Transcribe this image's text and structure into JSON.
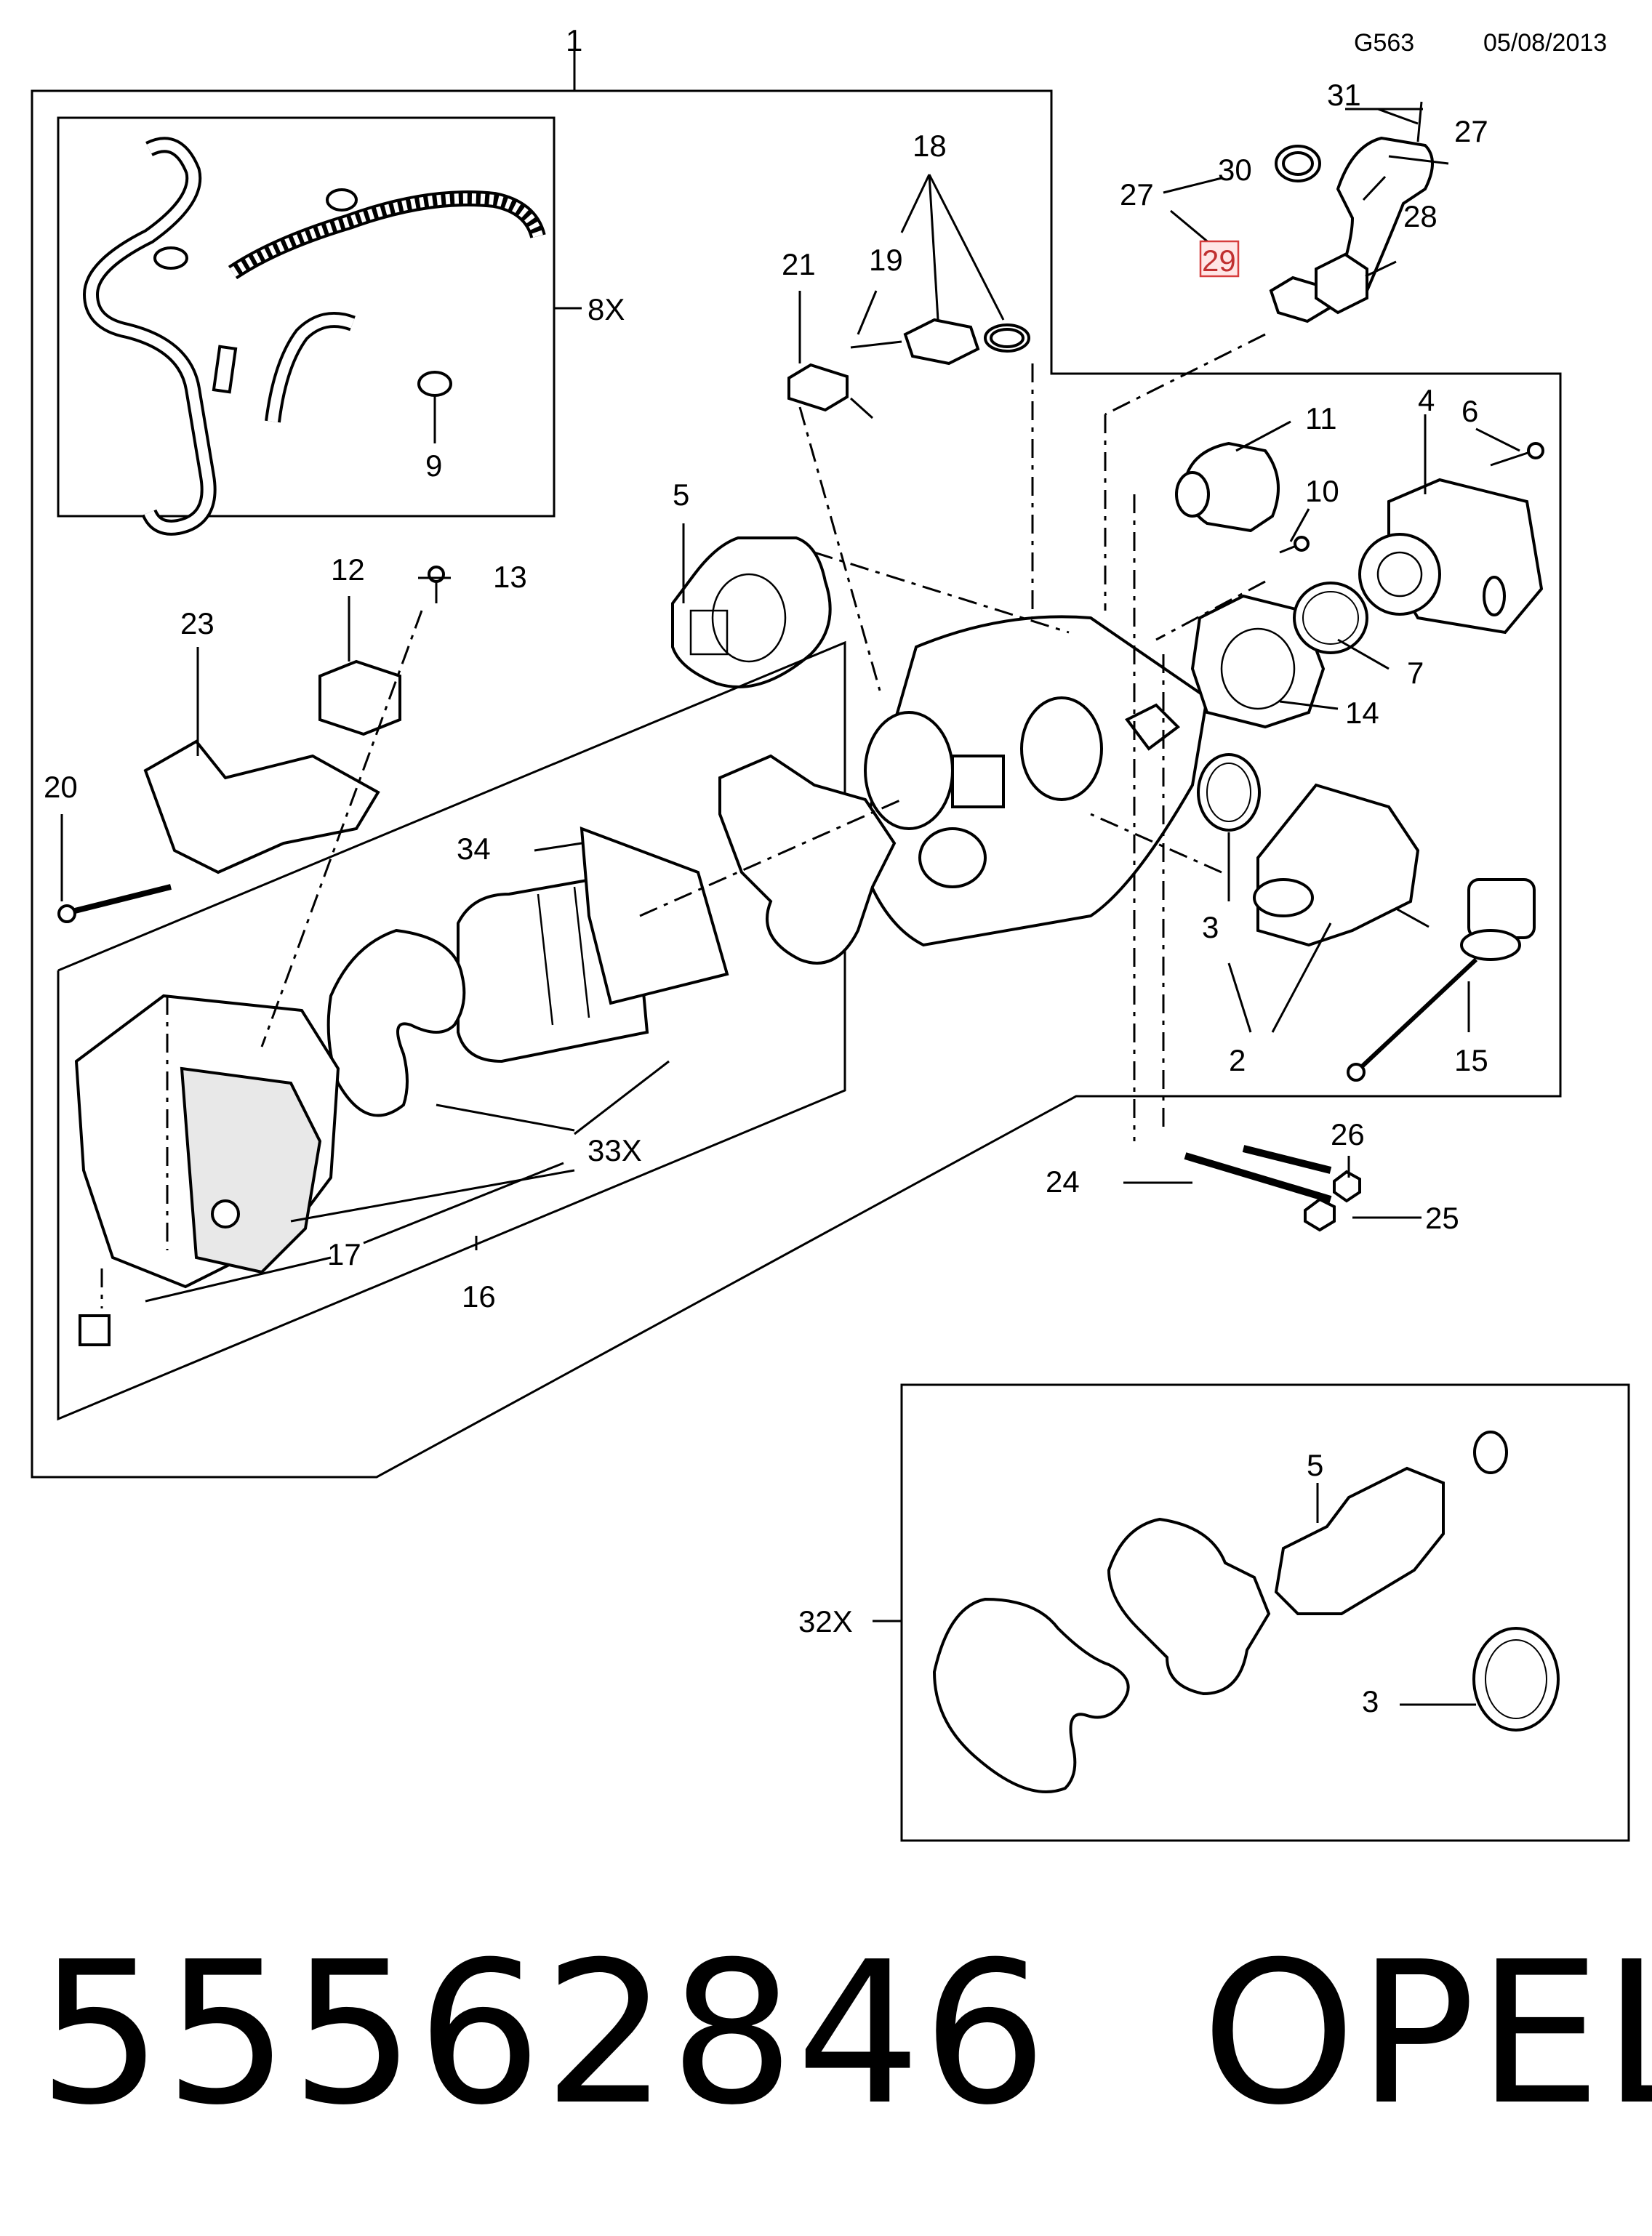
{
  "header": {
    "diagram_code": "G563",
    "date": "05/08/2013"
  },
  "callouts": {
    "c1": "1",
    "c2": "2",
    "c3": "3",
    "c3b": "3",
    "c4": "4",
    "c5": "5",
    "c5b": "5",
    "c6": "6",
    "c7": "7",
    "c8x": "8X",
    "c9": "9",
    "c10": "10",
    "c11": "11",
    "c12": "12",
    "c13": "13",
    "c14": "14",
    "c15": "15",
    "c16": "16",
    "c17": "17",
    "c18": "18",
    "c19": "19",
    "c20": "20",
    "c21": "21",
    "c23": "23",
    "c24": "24",
    "c25": "25",
    "c26": "26",
    "c27a": "27",
    "c27b": "27",
    "c28": "28",
    "c29": "29",
    "c30": "30",
    "c31": "31",
    "c32x": "32X",
    "c33x": "33X",
    "c34": "34"
  },
  "highlighted_callout": "29",
  "highlight_color": "#d63c3c",
  "footer": {
    "part_number": "55562846",
    "brand": "OPEL"
  }
}
